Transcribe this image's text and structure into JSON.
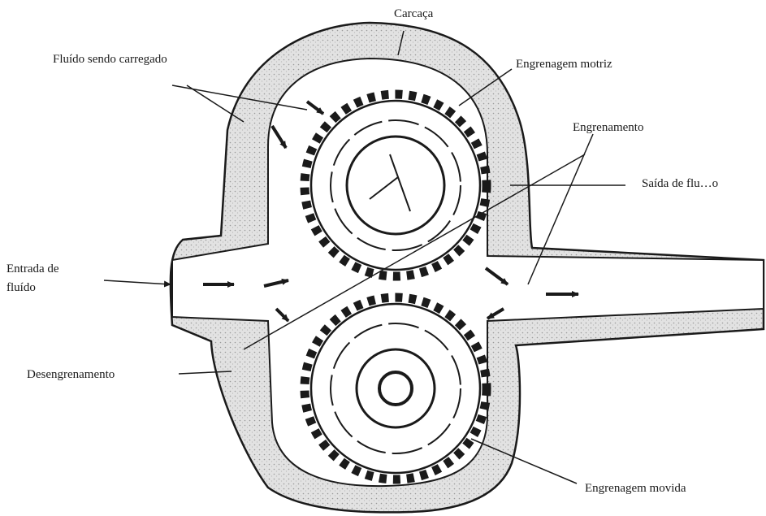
{
  "labels": {
    "carcaca": "Carcaça",
    "fluido_carregado": "Fluído sendo carregado",
    "engrenagem_motriz": "Engrenagem motriz",
    "engrenamento": "Engrenamento",
    "saida_fluido": "Saída de flu…o",
    "entrada_fluido": "Entrada de fluído",
    "desengrenamento": "Desengrenamento",
    "engrenagem_movida": "Engrenagem movida"
  },
  "icons": [
    "gear-icon",
    "arrow-right-icon",
    "housing-icon",
    "shaft-icon"
  ],
  "colors": {
    "ink": "#1a1a1a",
    "housing_shade": "#cfcfcf",
    "paper": "#ffffff"
  }
}
